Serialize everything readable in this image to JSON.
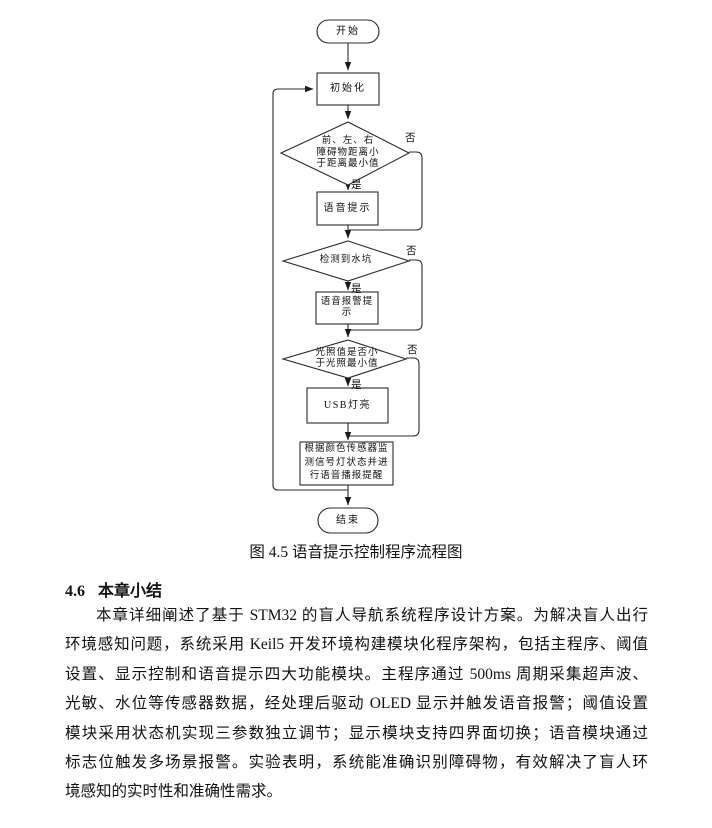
{
  "page": {
    "background": "#ffffff",
    "text_color": "#111111",
    "line_color": "#2a2a2a"
  },
  "figure": {
    "caption": "图 4.5 语音提示控制程序流程图",
    "flowchart": {
      "start": "开始",
      "init": "初始化",
      "check_distance": "前、左、右\n障碍物距离小\n于距离最小值",
      "voice_prompt": "语音提示",
      "check_puddle": "检测到水坑",
      "voice_alarm": "语音报警提\n示",
      "check_light": "光照值是否小\n于光照最小值",
      "usb_light": "USB灯亮",
      "color_announce": "根据颜色传感器监\n测信号灯状态并进\n行语音播报提醒",
      "end": "结束",
      "yes_label": "是",
      "no_label": "否"
    }
  },
  "section": {
    "number": "4.6",
    "title": "本章小结",
    "paragraph_lines": [
      "本章详细阐述了基于 STM32 的盲人导航系统程序设计方案。为解决盲人出行",
      "环境感知问题，系统采用 Keil5 开发环境构建模块化程序架构，包括主程序、阈值",
      "设置、显示控制和语音提示四大功能模块。主程序通过 500ms 周期采集超声波、",
      "光敏、水位等传感器数据，经处理后驱动 OLED 显示并触发语音报警；阈值设置",
      "模块采用状态机实现三参数独立调节；显示模块支持四界面切换；语音模块通过",
      "标志位触发多场景报警。实验表明，系统能准确识别障碍物，有效解决了盲人环",
      "境感知的实时性和准确性需求。"
    ]
  }
}
